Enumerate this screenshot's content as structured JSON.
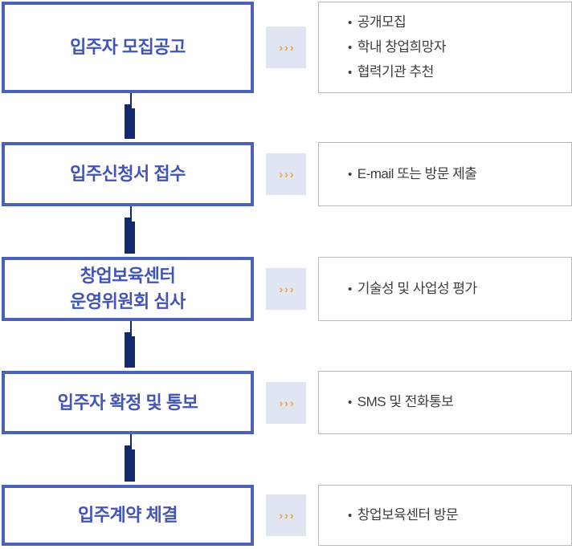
{
  "diagram": {
    "kind": "process-flow",
    "arrow_glyph": "›››",
    "bullet_glyph": "•",
    "colors": {
      "flow_box_border": "#4a63b7",
      "flow_box_title": "#4254b8",
      "connector": "#12296e",
      "arrow_square_bg": "#dfe5f1",
      "arrow_glyph": "#f0a038",
      "detail_box_border": "#b9b9b9",
      "detail_text": "#3d3d3d"
    },
    "steps": [
      {
        "title": "입주자 모집공고",
        "details": [
          "공개모집",
          "학내 창업희망자",
          "협력기관 추천"
        ]
      },
      {
        "title": "입주신청서 접수",
        "details": [
          "E-mail 또는 방문 제출"
        ]
      },
      {
        "title": "창업보육센터\n운영위원회 심사",
        "details": [
          "기술성 및 사업성 평가"
        ]
      },
      {
        "title": "입주자 확정 및 통보",
        "details": [
          "SMS 및 전화통보"
        ]
      },
      {
        "title": "입주계약 체결",
        "details": [
          "창업보육센터 방문"
        ]
      }
    ]
  }
}
